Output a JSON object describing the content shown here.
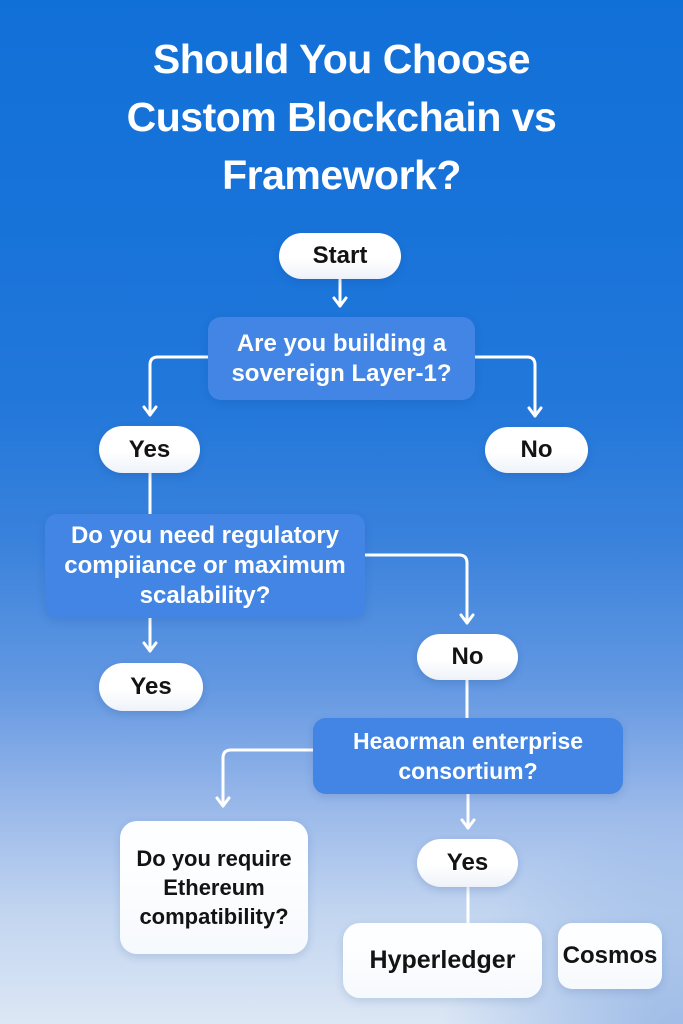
{
  "title": {
    "text": "Should You Choose Custom Blockchain vs Framework?"
  },
  "colors": {
    "bg_top": "#1170d8",
    "bg_bottom": "#dce7f5",
    "question_box_blue": "#4285e4",
    "result_box_white": "#f6f9fd",
    "pill_white": "#ffffff",
    "text_on_blue": "#ffffff",
    "text_on_white": "#131313",
    "connector_white": "#ffffff"
  },
  "flowchart": {
    "start": {
      "label": "Start"
    },
    "q1": {
      "label": "Are you building a sovereign Layer-1?"
    },
    "q1_yes": {
      "label": "Yes"
    },
    "q1_no": {
      "label": "No"
    },
    "q2": {
      "label": "Do you need regulatory compiiance or maximum scalability?"
    },
    "q2_yes": {
      "label": "Yes"
    },
    "q2_no": {
      "label": "No"
    },
    "q3": {
      "label": "Heaorman enterprise consortium?"
    },
    "q3_yes": {
      "label": "Yes"
    },
    "eth_question": {
      "label": "Do you require Ethereum compatibility?"
    },
    "result_hyperledger": {
      "label": "Hyperledger"
    },
    "result_cosmos": {
      "label": "Cosmos"
    }
  }
}
